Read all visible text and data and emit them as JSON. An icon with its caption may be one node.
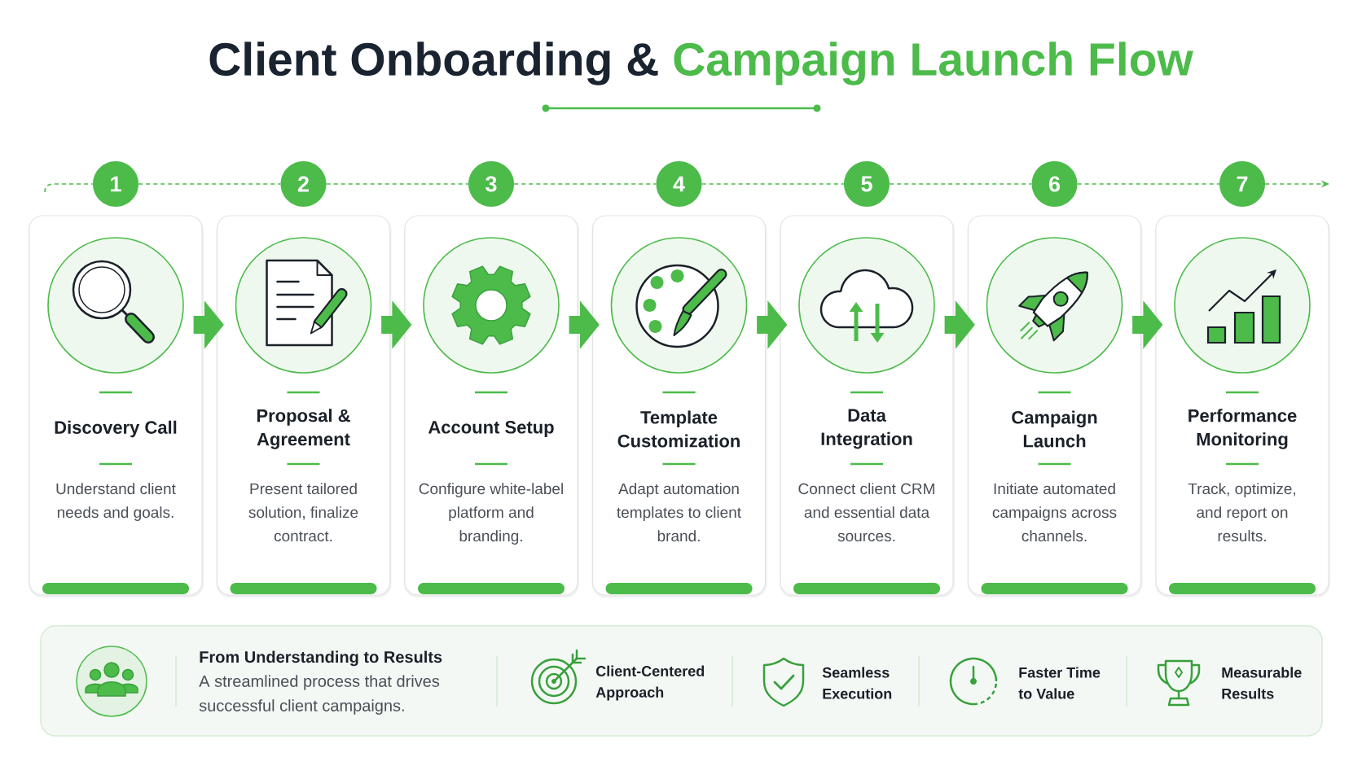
{
  "diagram": {
    "title": "Client Onboarding & Campaign Launch Flow",
    "nodes": [
      {
        "text": [
          "1"
        ]
      },
      {
        "text": [
          "2"
        ]
      },
      {
        "text": [
          "3"
        ]
      },
      {
        "text": [
          "4"
        ]
      },
      {
        "text": [
          "5"
        ]
      },
      {
        "text": [
          "6"
        ]
      },
      {
        "text": [
          "7"
        ]
      },
      {
        "text": [
          "Discovery Call",
          "Understand client needs and goals."
        ]
      },
      {
        "text": [
          "Proposal & Agreement",
          "Present tailored solution, finalize contract."
        ]
      },
      {
        "text": [
          "Account Setup",
          "Configure white-label platform and branding."
        ]
      },
      {
        "text": [
          "Template Customization",
          "Adapt automation templates to client brand."
        ]
      },
      {
        "text": [
          "Data Integration",
          "Connect client CRM and essential data sources."
        ]
      },
      {
        "text": [
          "Campaign Launch",
          "Initiate automated campaigns across channels."
        ]
      },
      {
        "text": [
          "Performance Monitoring",
          "Track, optimize, and report on results."
        ]
      },
      {
        "text": [
          "From Understanding to Results",
          "A streamlined process that drives successful client campaigns.",
          "Client-Centered Approach",
          "Seamless Execution",
          "Faster Time to Value",
          "Measurable Results"
        ]
      }
    ],
    "edges": [
      {
        "from": null,
        "to": 0,
        "arrow": "none",
        "style": "dashed"
      },
      {
        "from": 0,
        "to": 1,
        "arrow": "none",
        "style": "dashed"
      },
      {
        "from": 1,
        "to": 2,
        "arrow": "none",
        "style": "dashed"
      },
      {
        "from": 2,
        "to": 3,
        "arrow": "none",
        "style": "dashed"
      },
      {
        "from": 3,
        "to": 4,
        "arrow": "none",
        "style": "dashed"
      },
      {
        "from": 4,
        "to": 5,
        "arrow": "none",
        "style": "dashed"
      },
      {
        "from": 5,
        "to": 6,
        "arrow": "none",
        "style": "dashed"
      },
      {
        "from": 6,
        "to": null,
        "arrow": "to",
        "style": "dashed"
      },
      {
        "from": 7,
        "to": 8,
        "arrow": "to",
        "style": "thick"
      },
      {
        "from": 8,
        "to": 9,
        "arrow": "to",
        "style": "thick"
      },
      {
        "from": 9,
        "to": 10,
        "arrow": "to",
        "style": "thick"
      },
      {
        "from": 10,
        "to": 11,
        "arrow": "to",
        "style": "thick"
      },
      {
        "from": 11,
        "to": 12,
        "arrow": "to",
        "style": "thick"
      },
      {
        "from": 12,
        "to": 13,
        "arrow": "to",
        "style": "thick"
      }
    ]
  }
}
